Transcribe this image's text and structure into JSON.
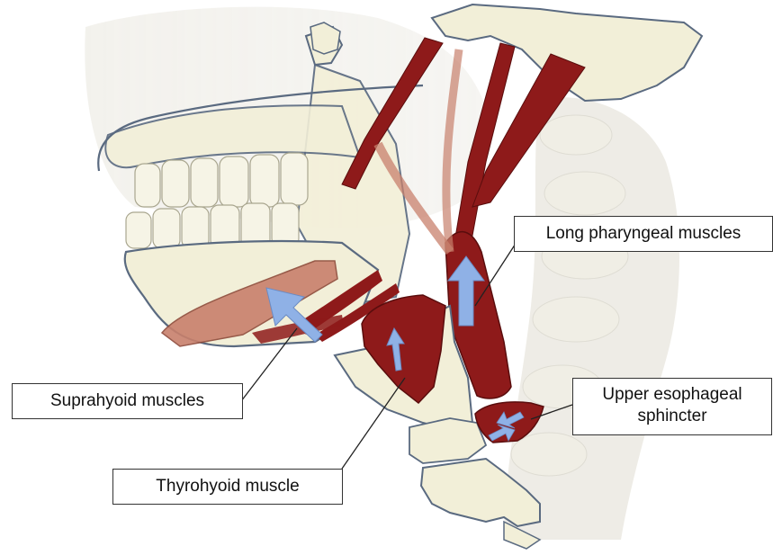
{
  "labels": {
    "long_pharyngeal": "Long pharyngeal muscles",
    "suprahyoid": "Suprahyoid muscles",
    "thyrohyoid": "Thyrohyoid muscle",
    "upper_esophageal_line1": "Upper esophageal",
    "upper_esophageal_line2": "sphincter"
  },
  "colors": {
    "bone": "#f2efd8",
    "bone_outline": "#5a6a80",
    "muscle": "#8e1a1a",
    "muscle_light": "#c8806c",
    "arrow": "#8fb1e6",
    "leader_line": "#222222"
  },
  "icons": [
    "skull-illustration",
    "mandible-bone",
    "hyoid-bone",
    "thyroid-cartilage",
    "cervical-spine",
    "movement-arrow"
  ]
}
